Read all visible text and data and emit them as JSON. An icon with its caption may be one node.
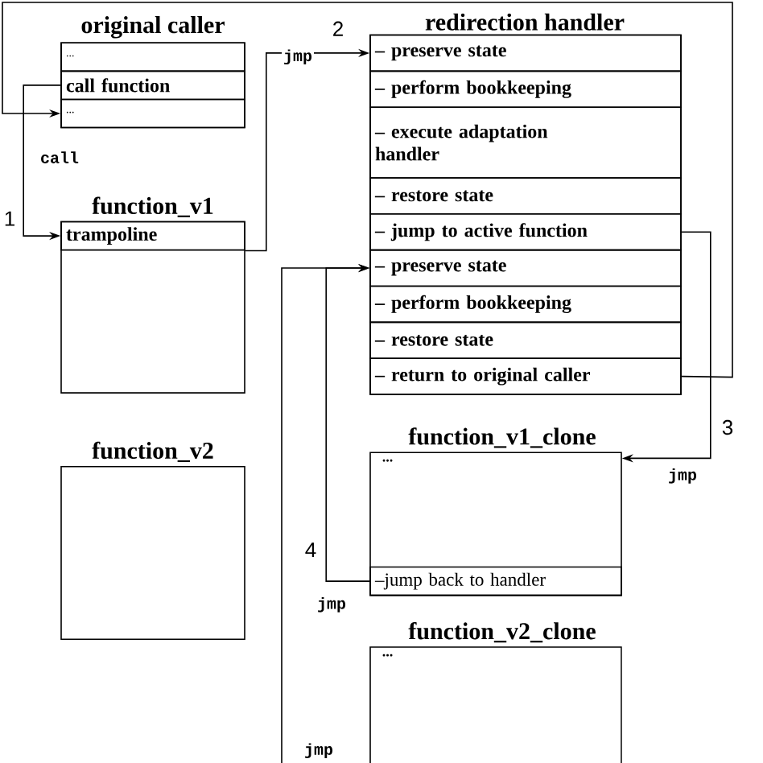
{
  "diagram": {
    "nodes": [
      {
        "text": [
          "original caller"
        ]
      },
      {
        "text": [
          "..."
        ],
        "in": 0
      },
      {
        "text": [
          "call function"
        ],
        "in": 0
      },
      {
        "text": [
          "..."
        ],
        "in": 0
      },
      {
        "text": [
          "function_v1"
        ]
      },
      {
        "text": [
          "trampoline"
        ],
        "in": 4
      },
      {
        "text": [
          "redirection handler"
        ]
      },
      {
        "text": [
          "– preserve state"
        ],
        "in": 6
      },
      {
        "text": [
          "– perform bookkeeping"
        ],
        "in": 6
      },
      {
        "text": [
          "– execute adaptation handler"
        ],
        "in": 6
      },
      {
        "text": [
          "– restore state"
        ],
        "in": 6
      },
      {
        "text": [
          "– jump to active function"
        ],
        "in": 6
      },
      {
        "text": [
          "– preserve state"
        ],
        "in": 6
      },
      {
        "text": [
          "– perform bookkeeping"
        ],
        "in": 6
      },
      {
        "text": [
          "– restore state"
        ],
        "in": 6
      },
      {
        "text": [
          "– return to original caller"
        ],
        "in": 6
      },
      {
        "text": [
          "function_v2"
        ]
      },
      {
        "text": [
          "function_v1_clone",
          "..."
        ]
      },
      {
        "text": [
          "–jump back to handler"
        ],
        "in": 17
      },
      {
        "text": [
          "function_v2_clone",
          "..."
        ]
      }
    ],
    "edges": [
      {
        "from": 2,
        "to": 5,
        "arrow": "to",
        "label": "call"
      },
      {
        "from": 5,
        "to": 7,
        "arrow": "to",
        "label": "jmp"
      },
      {
        "from": 11,
        "to": 17,
        "arrow": "to",
        "label": "jmp"
      },
      {
        "from": 18,
        "to": 12,
        "arrow": "to",
        "label": "jmp"
      },
      {
        "from": null,
        "to": 12,
        "arrow": "to",
        "label": "jmp"
      },
      {
        "from": 15,
        "to": 3,
        "arrow": "to"
      }
    ],
    "labels": [
      "2",
      "1",
      "3",
      "4"
    ]
  }
}
